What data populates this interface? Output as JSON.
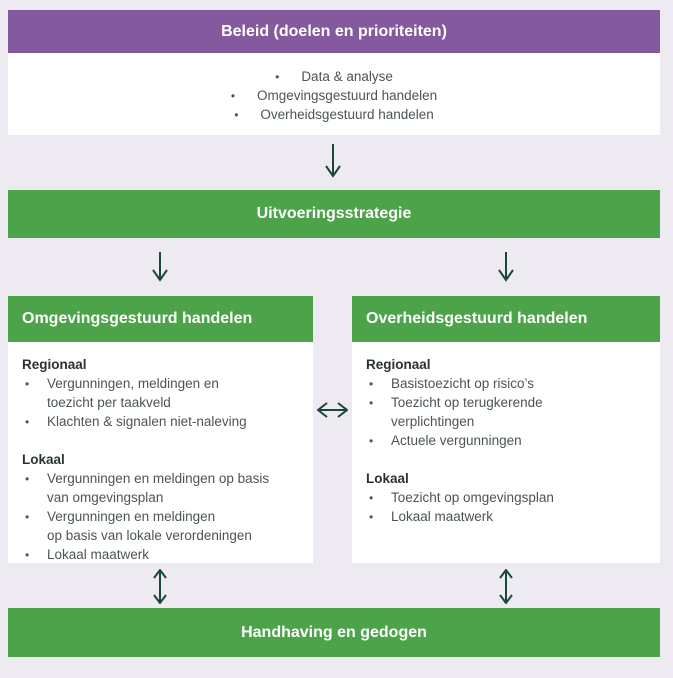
{
  "colors": {
    "background": "#EDEAF2",
    "purple": "#84599D",
    "green": "#4CA34A",
    "box": "#FFFFFF",
    "arrow": "#18473B",
    "body_text": "#4B564E",
    "section_heading_text": "#2A342C"
  },
  "beleid": {
    "title": "Beleid (doelen en prioriteiten)",
    "items": [
      "Data & analyse",
      "Omgevingsgestuurd handelen",
      "Overheidsgestuurd handelen"
    ]
  },
  "uitvoeringsstrategie": {
    "title": "Uitvoeringsstrategie"
  },
  "columns": [
    {
      "title": "Omgevingsgestuurd handelen",
      "sections": [
        {
          "heading": "Regionaal",
          "items": [
            [
              "Vergunningen, meldingen en",
              "toezicht per taakveld"
            ],
            [
              "Klachten & signalen niet-naleving"
            ]
          ]
        },
        {
          "heading": "Lokaal",
          "items": [
            [
              "Vergunningen en meldingen op basis",
              "van omgevingsplan"
            ],
            [
              "Vergunningen en meldingen",
              "op basis van lokale verordeningen"
            ],
            [
              "Lokaal maatwerk"
            ]
          ]
        }
      ]
    },
    {
      "title": "Overheidsgestuurd handelen",
      "sections": [
        {
          "heading": "Regionaal",
          "items": [
            [
              "Basistoezicht op risico’s"
            ],
            [
              "Toezicht op terugkerende",
              "verplichtingen"
            ],
            [
              "Actuele vergunningen"
            ]
          ]
        },
        {
          "heading": "Lokaal",
          "items": [
            [
              "Toezicht op omgevingsplan"
            ],
            [
              "Lokaal maatwerk"
            ]
          ]
        }
      ]
    }
  ],
  "handhaving": {
    "title": "Handhaving en gedogen"
  },
  "icons": {
    "down_arrow": "down-arrow",
    "left_right_arrow": "left-right-arrow",
    "up_down_arrow": "up-down-arrow"
  }
}
